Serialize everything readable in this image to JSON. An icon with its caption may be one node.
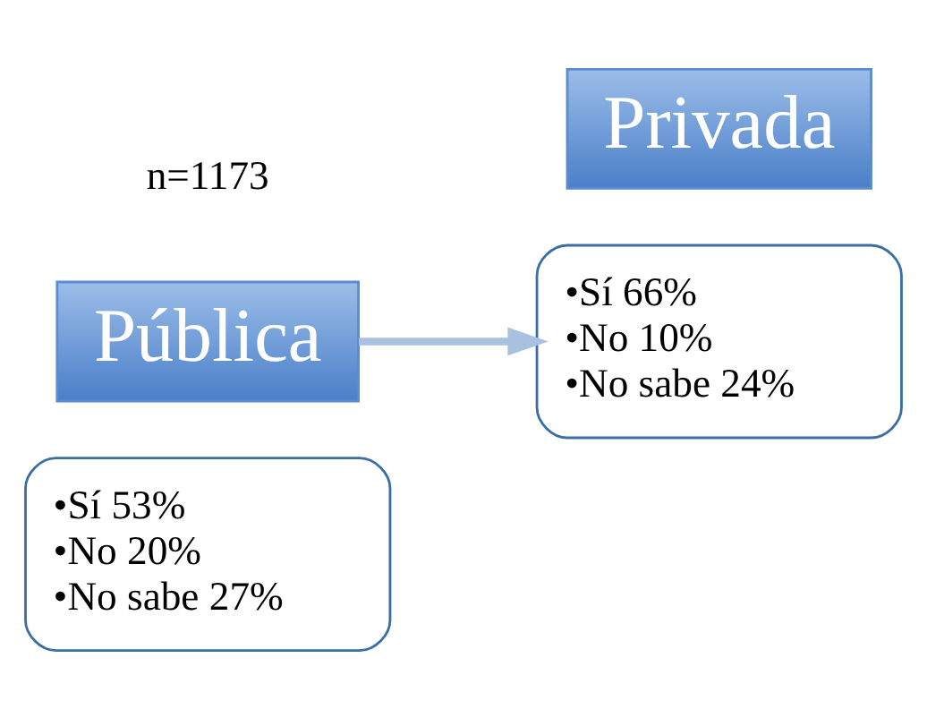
{
  "diagram": {
    "nodes": [
      {
        "text": [
          "•Sí 53%",
          "•No 20%",
          "•No sabe 27%"
        ]
      },
      {
        "text": [
          "Pública"
        ]
      },
      {
        "text": [
          "•Sí 66%",
          "•No 10%",
          "•No sabe 24%"
        ]
      },
      {
        "text": [
          "Privada"
        ]
      }
    ],
    "edges": [
      {
        "from": 1,
        "to": 2,
        "arrow": "to"
      }
    ],
    "labels": [
      "n=1173"
    ]
  }
}
